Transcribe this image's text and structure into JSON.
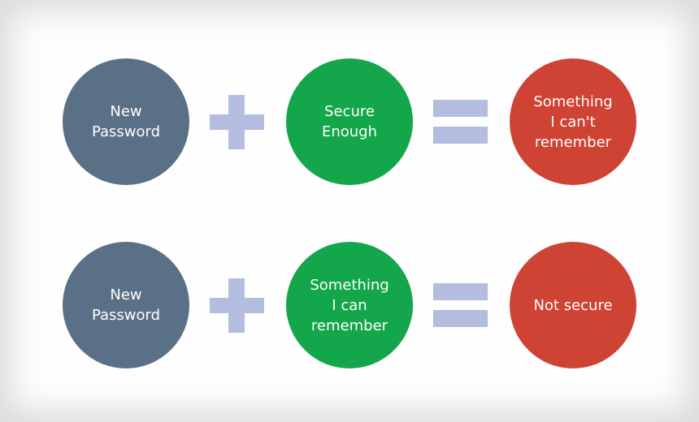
{
  "colors": {
    "blue_grey": "#5a7086",
    "green": "#14a64a",
    "red": "#cf4335",
    "operator": "#b3bde0"
  },
  "rows": [
    {
      "left_label": "New\nPassword",
      "middle_label": "Secure\nEnough",
      "right_label": "Something\nI can't\nremember"
    },
    {
      "left_label": "New\nPassword",
      "middle_label": "Something\nI can\nremember",
      "right_label": "Not secure"
    }
  ]
}
